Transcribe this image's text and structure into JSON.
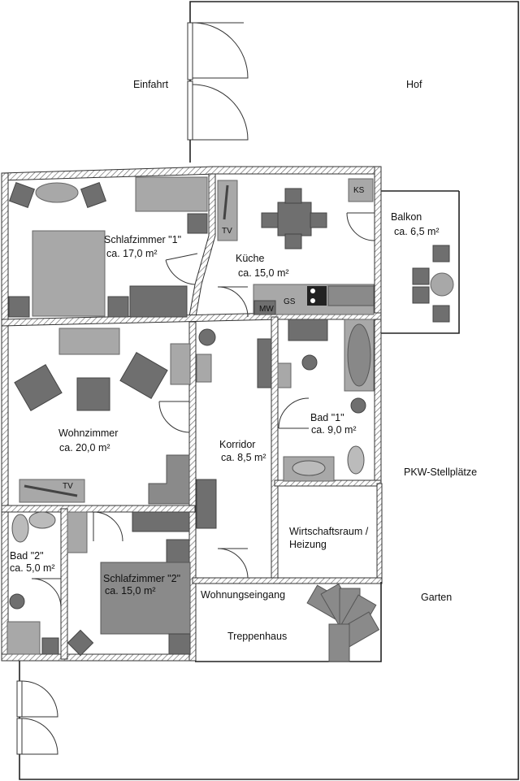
{
  "plan": {
    "outside": {
      "einfahrt": "Einfahrt",
      "hof": "Hof",
      "pkw": "PKW-Stellplätze",
      "garten": "Garten"
    },
    "rooms": {
      "schlafzimmer1": {
        "name": "Schlafzimmer \"1\"",
        "area": "ca. 17,0 m²"
      },
      "kueche": {
        "name": "Küche",
        "area": "ca. 15,0 m²"
      },
      "balkon": {
        "name": "Balkon",
        "area": "ca. 6,5 m²"
      },
      "wohnzimmer": {
        "name": "Wohnzimmer",
        "area": "ca. 20,0 m²"
      },
      "korridor": {
        "name": "Korridor",
        "area": "ca. 8,5 m²"
      },
      "bad1": {
        "name": "Bad \"1\"",
        "area": "ca. 9,0 m²"
      },
      "wirtschaftsraum": {
        "name": "Wirtschaftsraum /",
        "name2": "Heizung"
      },
      "bad2": {
        "name": "Bad \"2\"",
        "area": "ca. 5,0 m²"
      },
      "schlafzimmer2": {
        "name": "Schlafzimmer \"2\"",
        "area": "ca. 15,0 m²"
      },
      "wohnungseingang": {
        "name": "Wohnungseingang"
      },
      "treppenhaus": {
        "name": "Treppenhaus"
      }
    },
    "fixtures": {
      "tv_kitchen": "TV",
      "ks": "KS",
      "gs": "GS",
      "mw": "MW",
      "tv_living": "TV"
    }
  }
}
